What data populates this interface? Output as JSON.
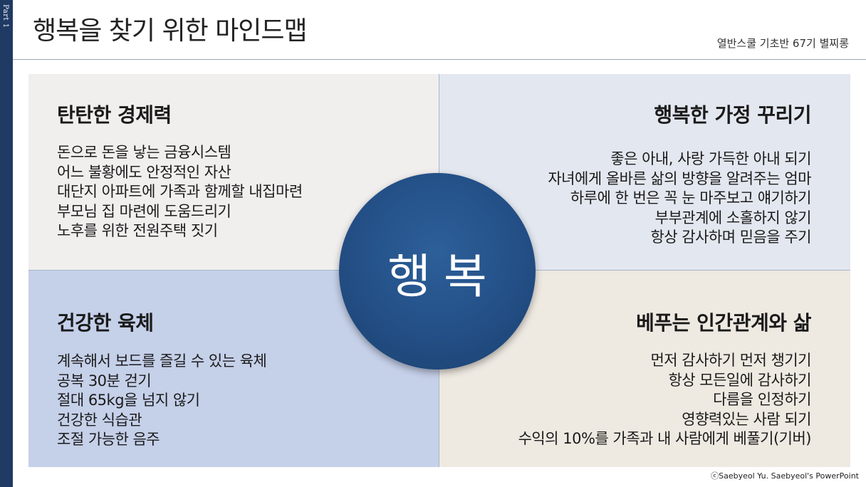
{
  "side_label": "Part 1",
  "title": "행복을 찾기 위한 마인드맵",
  "subtitle": "열반스쿨 기초반 67기 별찌롱",
  "center": {
    "text": "행복"
  },
  "quadrants": {
    "top_left": {
      "title": "탄탄한 경제력",
      "items": [
        "돈으로 돈을 낳는 금융시스템",
        "어느 불황에도 안정적인 자산",
        "대단지 아파트에 가족과 함께할 내집마련",
        "부모님 집 마련에 도움드리기",
        "노후를 위한 전원주택 짓기"
      ]
    },
    "top_right": {
      "title": "행복한 가정 꾸리기",
      "items": [
        "좋은 아내, 사랑 가득한 아내 되기",
        "자녀에게 올바른 삶의 방향을 알려주는 엄마",
        "하루에 한 번은 꼭 눈 마주보고 얘기하기",
        "부부관계에 소홀하지 않기",
        "항상 감사하며 믿음을 주기"
      ]
    },
    "bottom_left": {
      "title": "건강한 육체",
      "items": [
        "계속해서 보드를 즐길 수 있는 육체",
        "공복 30분 걷기",
        "절대 65kg을 넘지 않기",
        "건강한 식습관",
        "조절 가능한 음주"
      ]
    },
    "bottom_right": {
      "title": "베푸는 인간관계와 삶",
      "items": [
        "먼저 감사하기 먼저 챙기기",
        "항상 모든일에 감사하기",
        "다름을 인정하기",
        "영향력있는 사람 되기",
        "수익의 10%를 가족과 내 사람에게 베풀기(기버)"
      ]
    }
  },
  "footer": "ⓒSaebyeol Yu.  Saebyeol's PowerPoint",
  "colors": {
    "side_strip": "#1f3a63",
    "circle": "#234f86",
    "top_left_bg": "#f1eeee",
    "top_right_bg": "#e3e7ef",
    "bottom_left_bg": "#c5d0e9",
    "bottom_right_bg": "#eee9e1"
  }
}
